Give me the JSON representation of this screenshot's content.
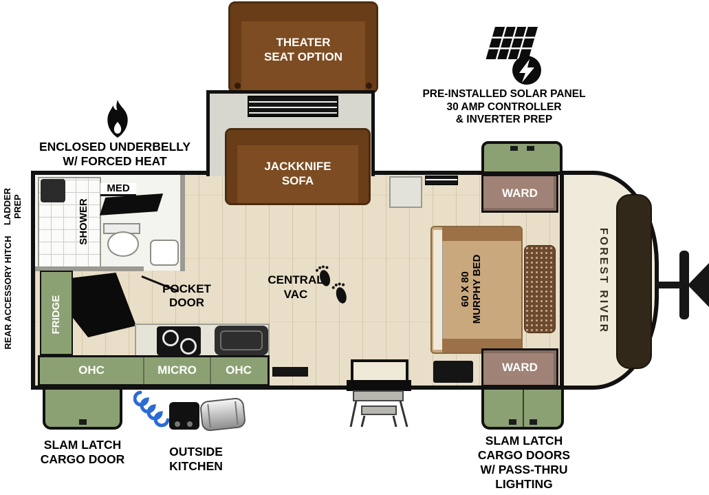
{
  "colors": {
    "sage_green": "#8ca173",
    "sofa_brown": "#7d4c22",
    "ward_brown": "#a08376",
    "bed_tan": "#c9a87e",
    "floor_wood": "#e9dfc8",
    "front_cap_beige": "#efead9",
    "hose_blue": "#2b6bd4",
    "outline_black": "#111111"
  },
  "annotations": {
    "theater": {
      "line1": "THEATER",
      "line2": "SEAT OPTION"
    },
    "solar": {
      "line1": "PRE-INSTALLED SOLAR PANEL",
      "line2": "30 AMP CONTROLLER",
      "line3": "& INVERTER PREP"
    },
    "underbelly": {
      "line1": "ENCLOSED UNDERBELLY",
      "line2": "W/ FORCED HEAT"
    },
    "ladder": {
      "line1": "LADDER",
      "line2": "PREP"
    },
    "rear_hitch": "REAR ACCESSORY HITCH",
    "cargo_left": {
      "line1": "SLAM LATCH",
      "line2": "CARGO DOOR"
    },
    "outside_kitchen": {
      "line1": "OUTSIDE",
      "line2": "KITCHEN"
    },
    "cargo_right": {
      "line1": "SLAM LATCH",
      "line2": "CARGO DOORS",
      "line3": "W/ PASS-THRU",
      "line4": "LIGHTING"
    }
  },
  "interior": {
    "jackknife": {
      "line1": "JACKKNIFE",
      "line2": "SOFA"
    },
    "med": "MED",
    "shower": "SHOWER",
    "pocket": {
      "line1": "POCKET",
      "line2": "DOOR"
    },
    "fridge": "FRIDGE",
    "vac": {
      "line1": "CENTRAL",
      "line2": "VAC"
    },
    "kitchen": {
      "ohc_left": "OHC",
      "micro": "MICRO",
      "ohc_right": "OHC"
    },
    "ward_top": "WARD",
    "ward_bottom": "WARD",
    "murphy": {
      "line1": "60 X 80",
      "line2": "MURPHY BED"
    },
    "brand": "FOREST RIVER"
  }
}
